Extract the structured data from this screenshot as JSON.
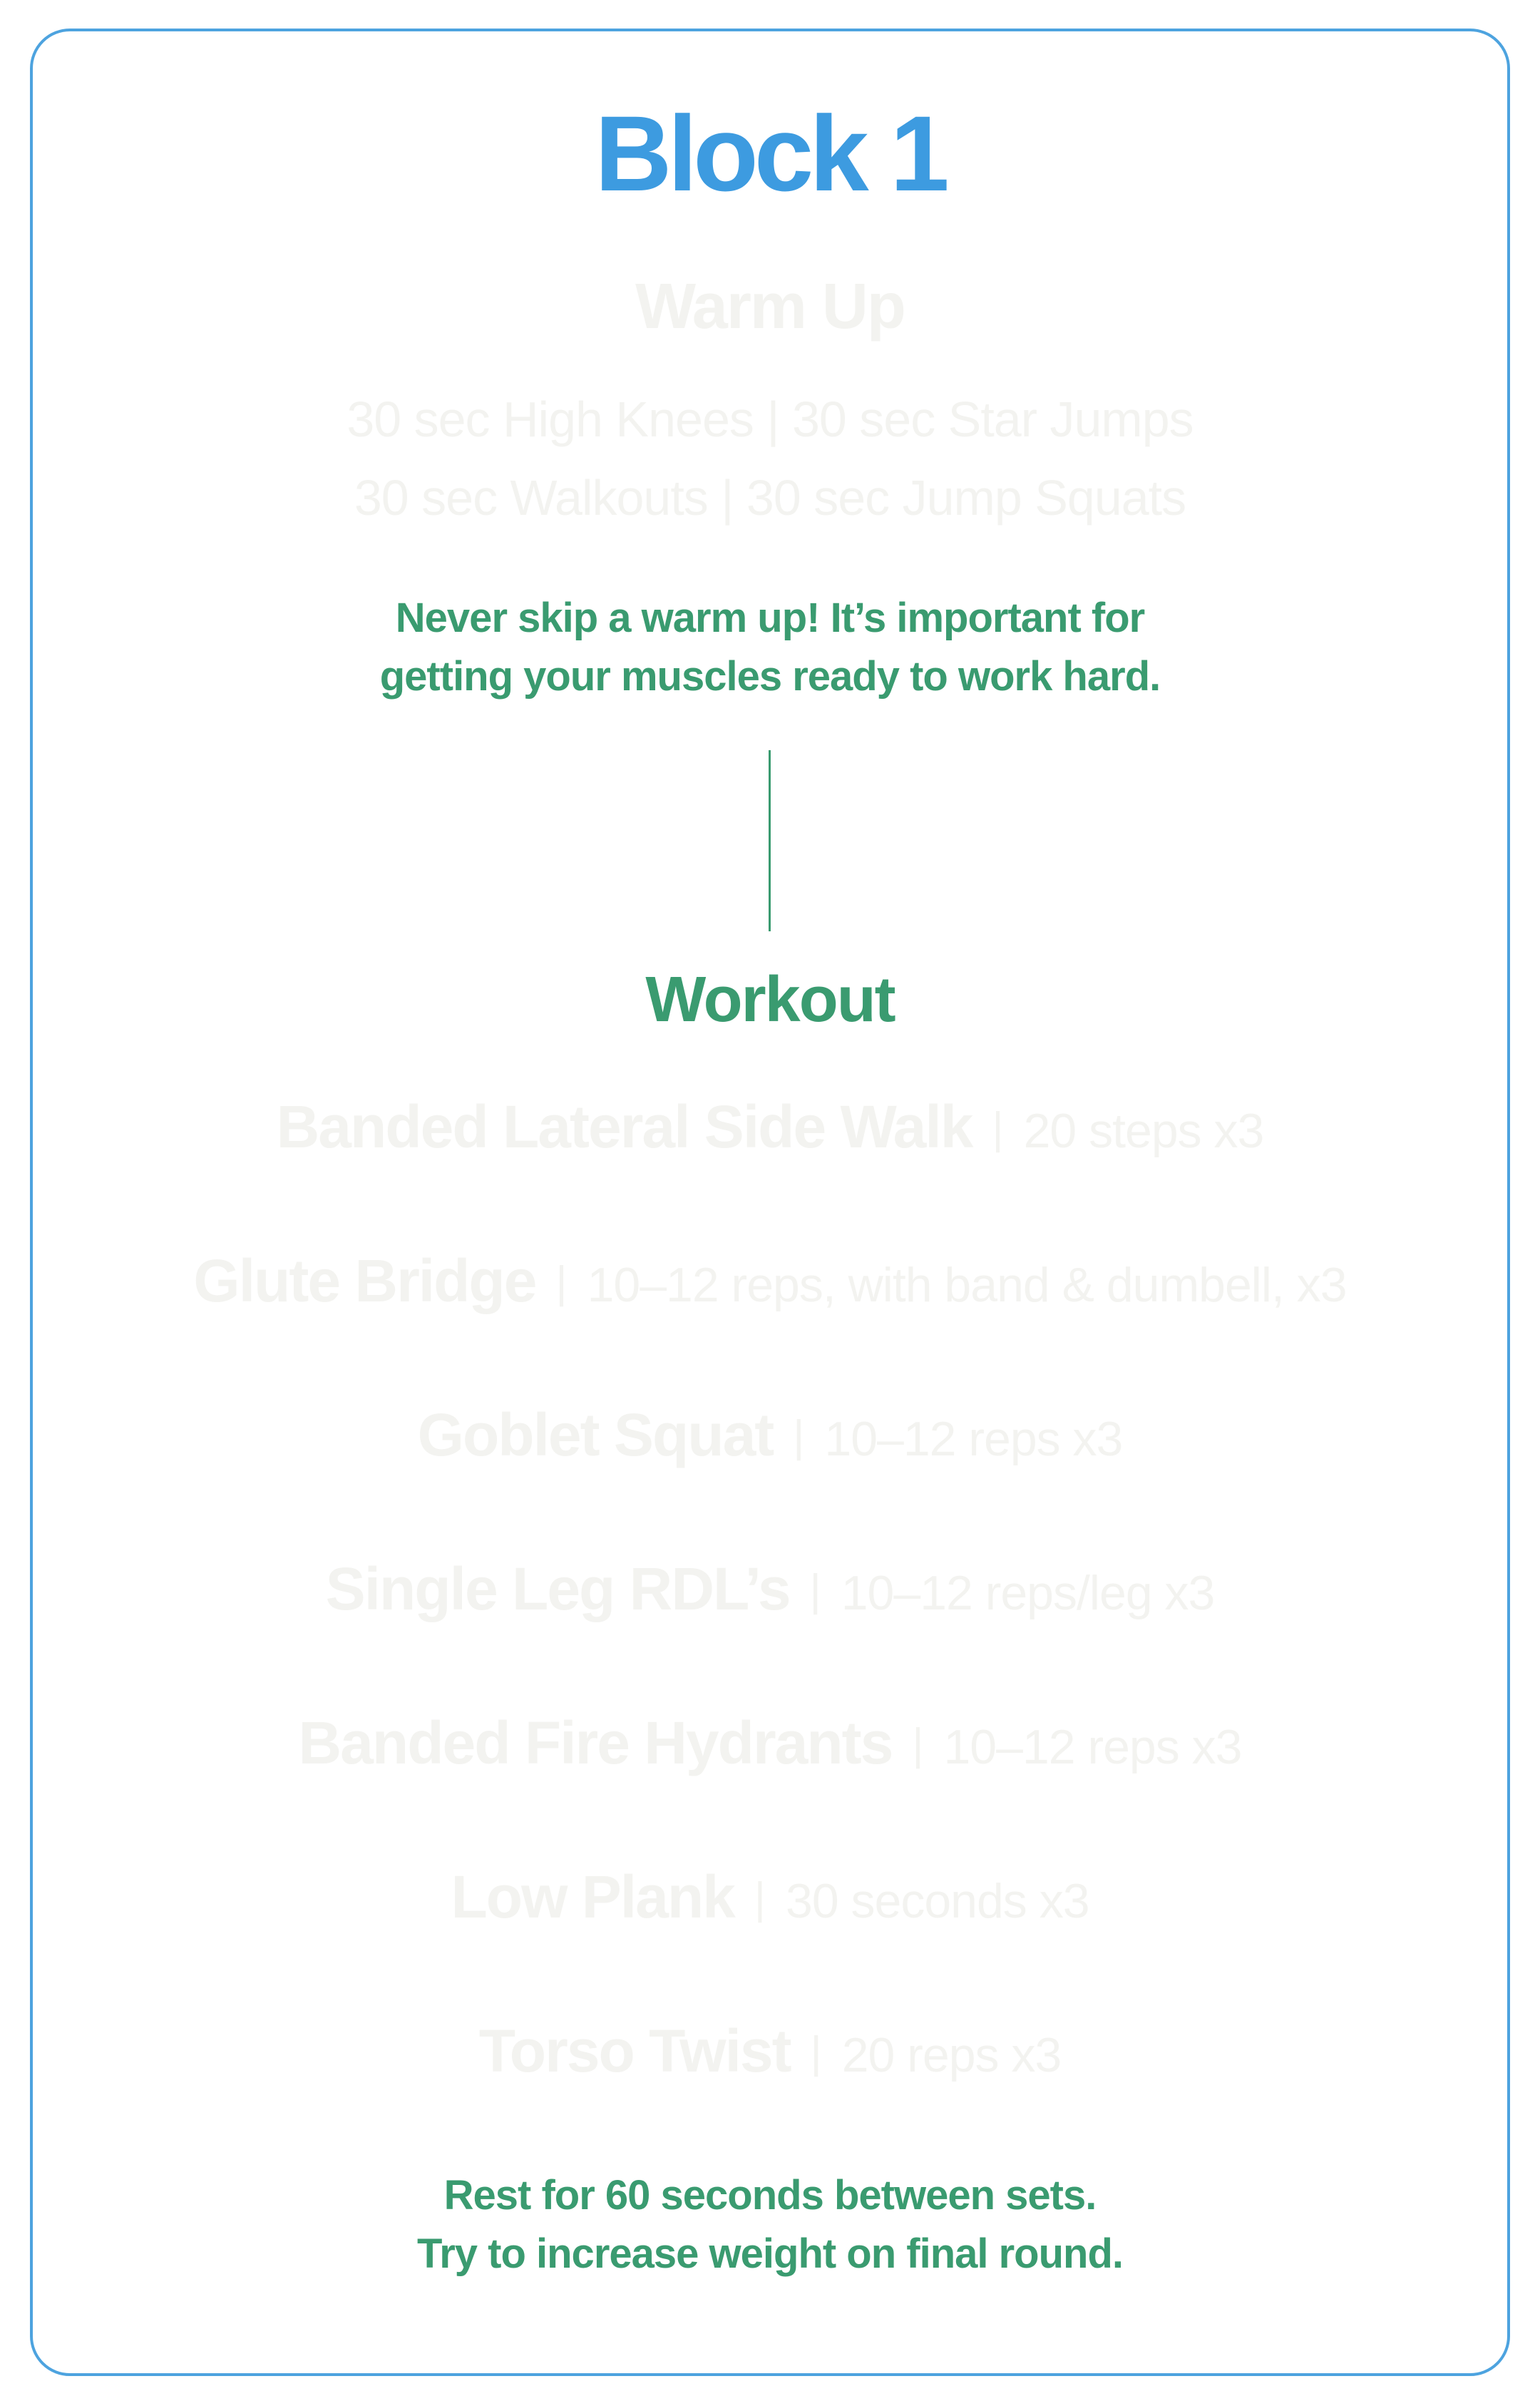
{
  "colors": {
    "blue": "#3d9be0",
    "green": "#3a9b70",
    "faint": "#f3f3f0",
    "border": "#4da3df"
  },
  "title": "Block 1",
  "warmup": {
    "heading": "Warm Up",
    "lines": [
      "30 sec High Knees | 30 sec Star Jumps",
      "30 sec Walkouts | 30 sec Jump Squats"
    ],
    "note_lines": [
      "Never skip a warm up! It’s important for",
      "getting your muscles ready to work hard."
    ]
  },
  "workout": {
    "heading": "Workout",
    "exercises": [
      {
        "name": "Banded Lateral Side Walk",
        "separator": "|",
        "detail": "20 steps x3"
      },
      {
        "name": "Glute Bridge",
        "separator": "|",
        "detail": "10–12 reps, with band & dumbell, x3"
      },
      {
        "name": "Goblet Squat",
        "separator": "|",
        "detail": "10–12 reps x3"
      },
      {
        "name": "Single Leg RDL’s",
        "separator": "|",
        "detail": "10–12 reps/leg x3"
      },
      {
        "name": "Banded Fire Hydrants",
        "separator": "|",
        "detail": "10–12 reps x3"
      },
      {
        "name": "Low Plank",
        "separator": "|",
        "detail": "30 seconds x3"
      },
      {
        "name": "Torso Twist",
        "separator": "|",
        "detail": "20 reps x3"
      }
    ],
    "note_lines": [
      "Rest for 60 seconds between sets.",
      "Try to increase weight on final round."
    ]
  }
}
